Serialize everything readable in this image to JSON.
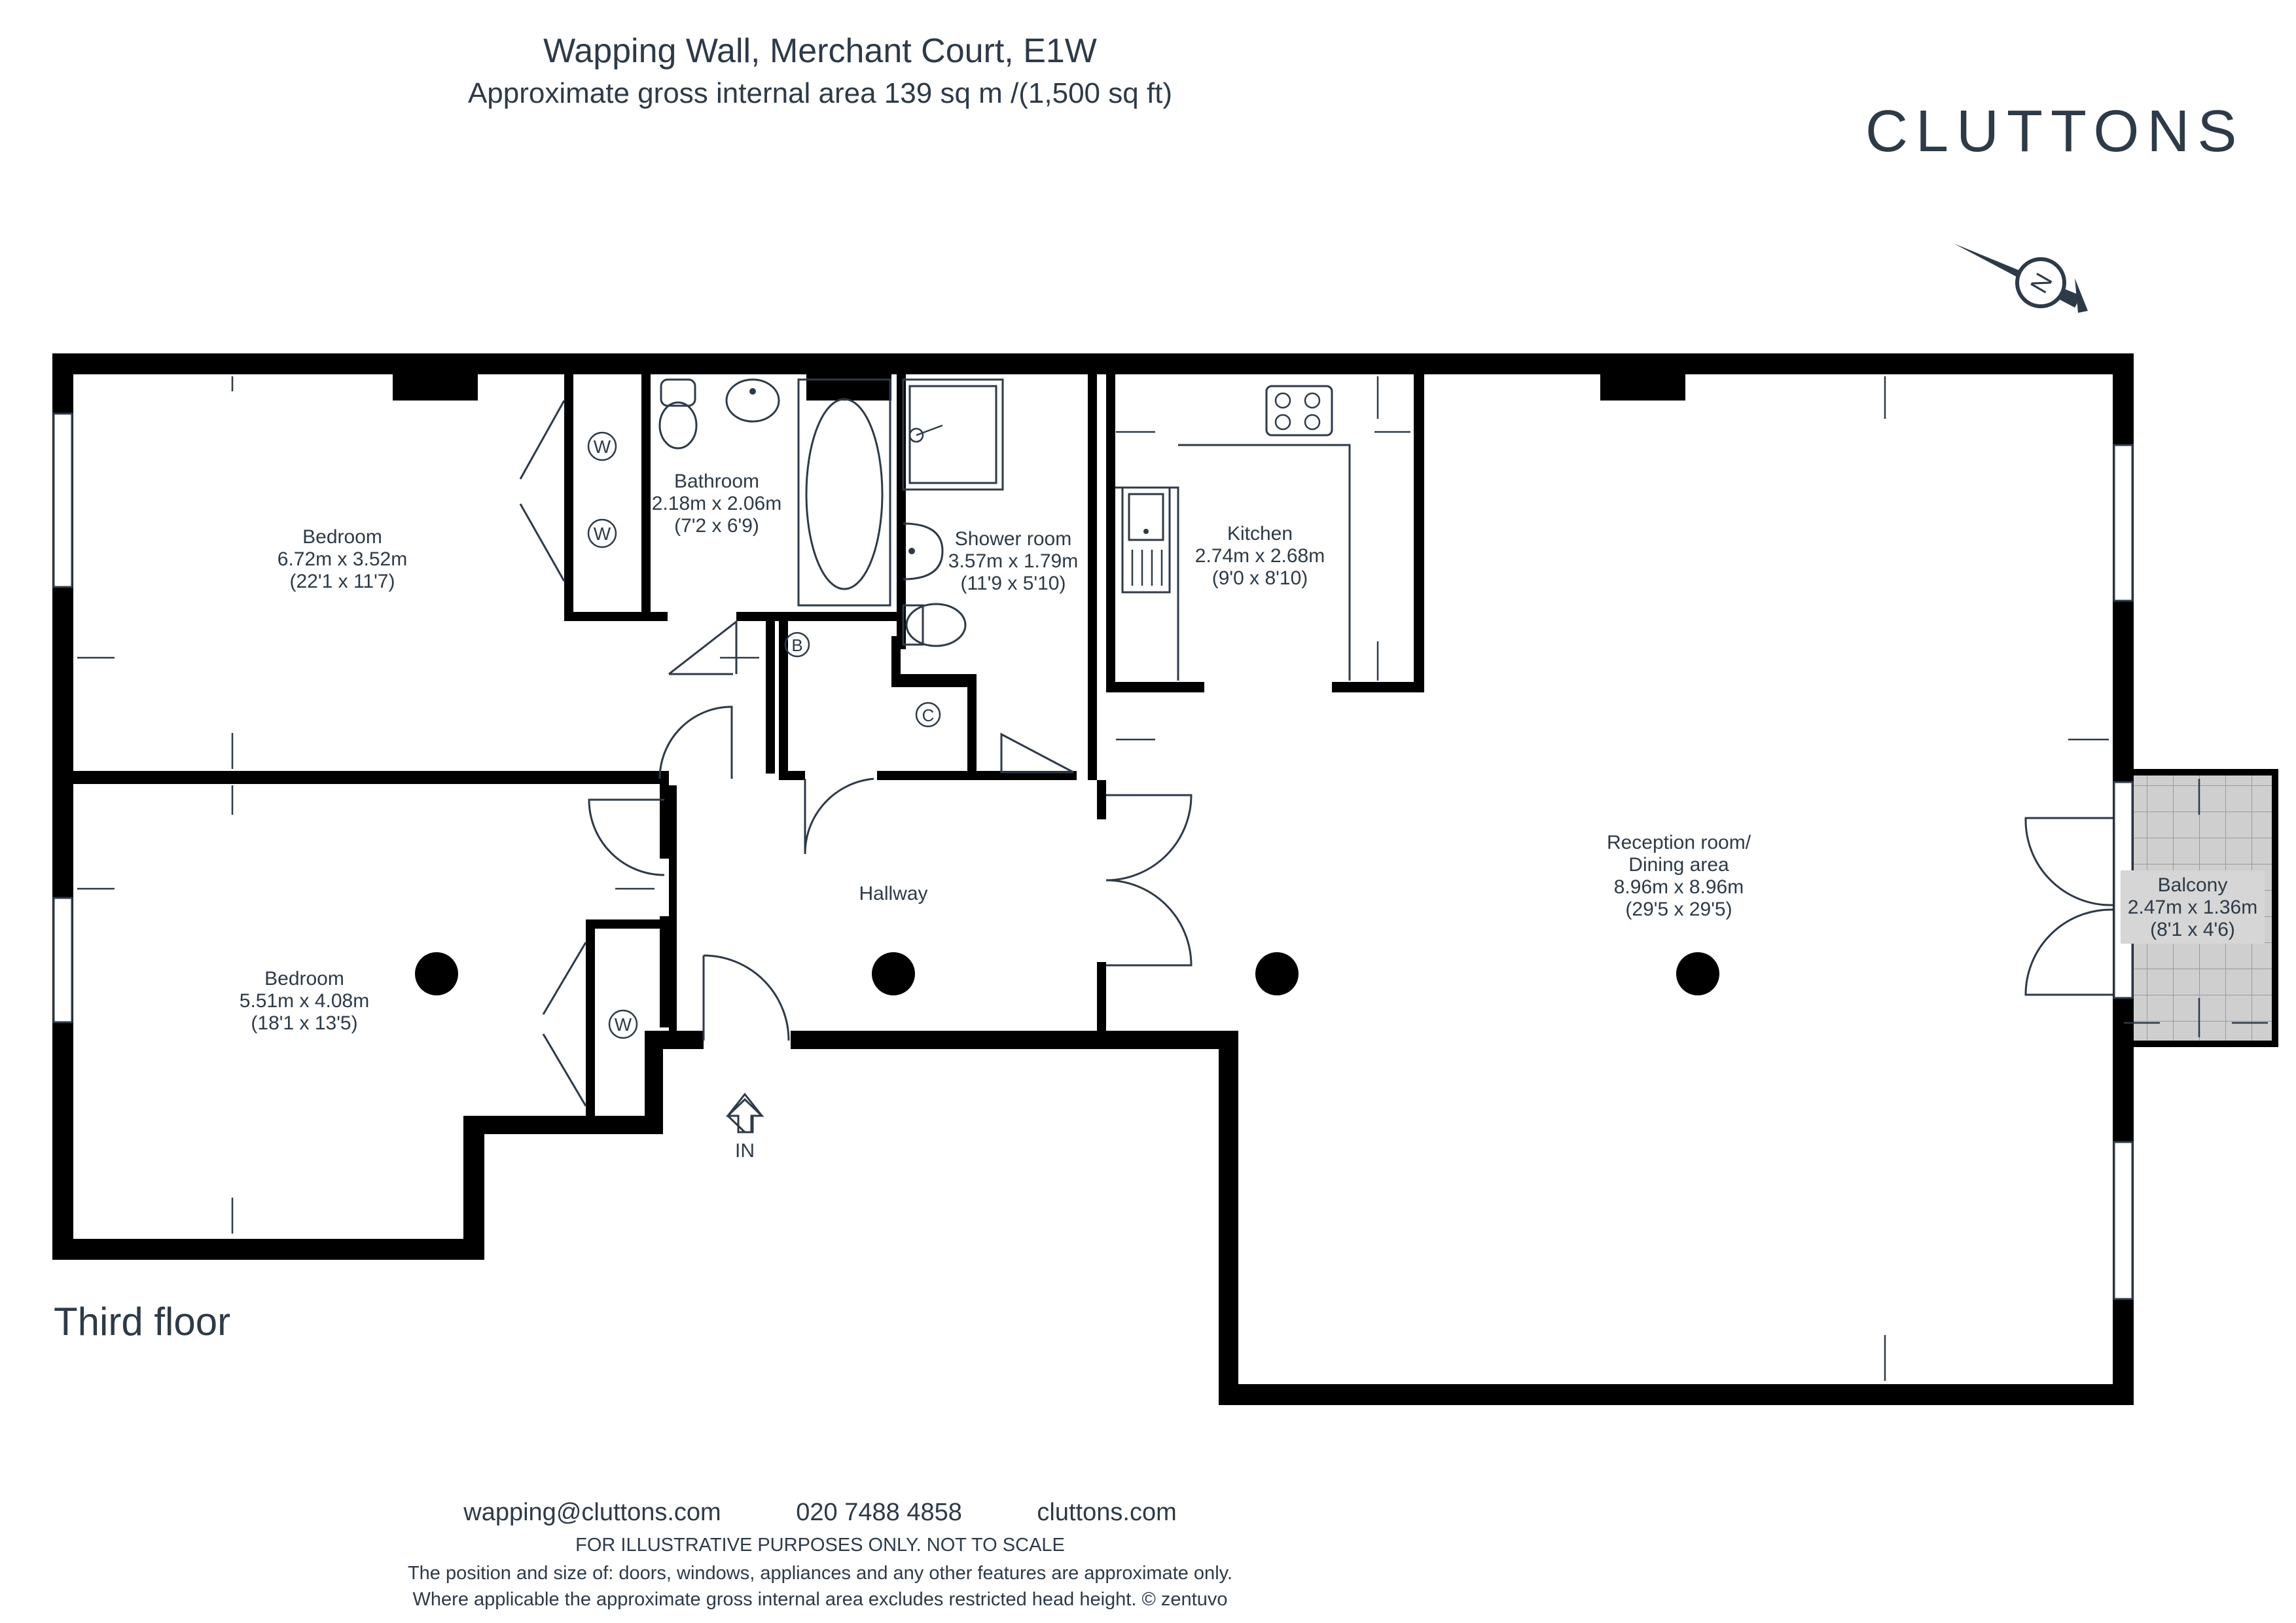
{
  "header": {
    "title": "Wapping Wall, Merchant Court, E1W",
    "subtitle": "Approximate gross internal area 139 sq m /(1,500 sq ft)",
    "logo_text": "CLUTTONS",
    "compass_label": "N"
  },
  "plan": {
    "floor_label": "Third floor",
    "entrance_label": "IN",
    "rooms": {
      "bedroom1": {
        "name": "Bedroom",
        "dims_m": "6.72m x 3.52m",
        "dims_ft": "(22'1 x 11'7)"
      },
      "bathroom": {
        "name": "Bathroom",
        "dims_m": "2.18m x 2.06m",
        "dims_ft": "(7'2 x 6'9)"
      },
      "shower": {
        "name": "Shower room",
        "dims_m": "3.57m x 1.79m",
        "dims_ft": "(11'9 x 5'10)"
      },
      "kitchen": {
        "name": "Kitchen",
        "dims_m": "2.74m x 2.68m",
        "dims_ft": "(9'0 x 8'10)"
      },
      "reception": {
        "name": "Reception room/",
        "name2": "Dining area",
        "dims_m": "8.96m x 8.96m",
        "dims_ft": "(29'5 x 29'5)"
      },
      "balcony": {
        "name": "Balcony",
        "dims_m": "2.47m x 1.36m",
        "dims_ft": "(8'1 x 4'6)"
      },
      "bedroom2": {
        "name": "Bedroom",
        "dims_m": "5.51m x 4.08m",
        "dims_ft": "(18'1 x 13'5)"
      },
      "hallway": {
        "name": "Hallway"
      }
    },
    "symbols": {
      "wardrobe": "W",
      "boiler": "B",
      "cupboard": "C"
    }
  },
  "footer": {
    "email": "wapping@cluttons.com",
    "phone": "020 7488 4858",
    "website": "cluttons.com",
    "disclaimer1": "FOR ILLUSTRATIVE PURPOSES ONLY. NOT TO SCALE",
    "disclaimer2": "The position and size of: doors, windows, appliances and any other features are approximate only.",
    "disclaimer3": "Where applicable the approximate gross internal area excludes restricted head height. © zentuvo"
  }
}
